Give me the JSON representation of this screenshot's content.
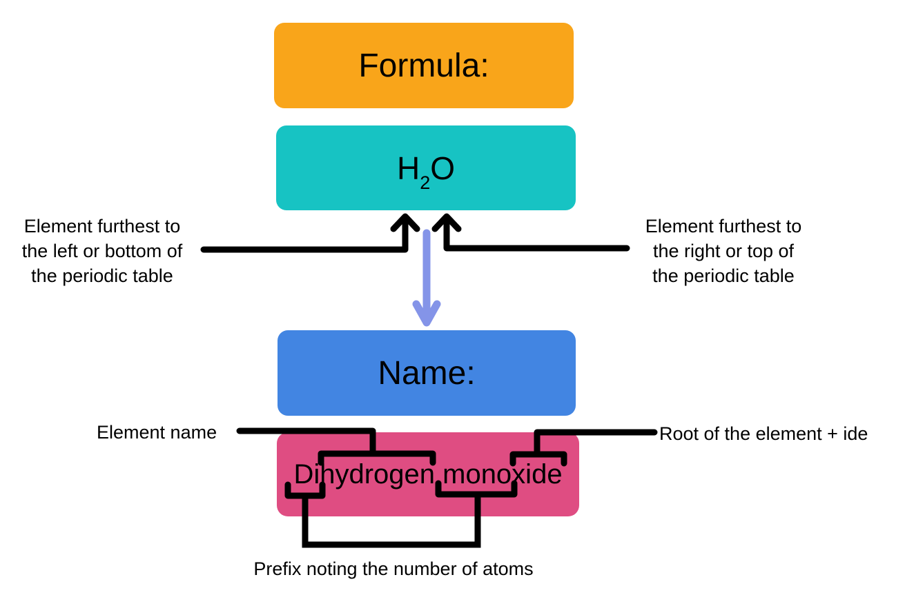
{
  "diagram": {
    "title_meaning": "Naming a covalent compound from its chemical formula",
    "formula_box": {
      "label": "Formula:"
    },
    "formula_value": {
      "base": "H",
      "subscript": "2",
      "tail": "O"
    },
    "name_box": {
      "label": "Name:"
    },
    "name_value": {
      "label": "Dihydrogen monoxide"
    },
    "annotations": {
      "left": {
        "lines": [
          "Element furthest to",
          "the left or bottom of",
          "the periodic table"
        ]
      },
      "right": {
        "lines": [
          "Element furthest to",
          "the right or top of",
          "the periodic table"
        ]
      },
      "element_name": {
        "label": "Element name"
      },
      "root": {
        "label": "Root of the element + ide"
      },
      "prefix": {
        "label": "Prefix noting the number of atoms"
      }
    },
    "colors": {
      "formula_box": "#F9A51A",
      "formula_value_box": "#17C3C3",
      "name_box": "#4285E2",
      "name_value_box": "#DF4D82",
      "down_arrow": "#8494E8",
      "connectors": "#000000",
      "background": "#FFFFFF",
      "text": "#000000"
    }
  }
}
